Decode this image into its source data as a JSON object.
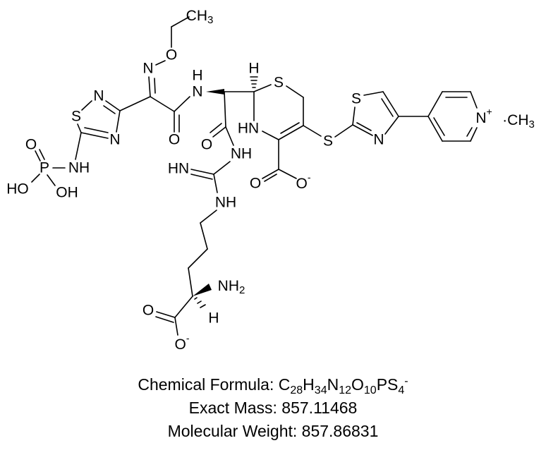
{
  "atoms": {
    "ch": "CH",
    "three": "3",
    "two": "2",
    "o": "O",
    "n": "N",
    "h": "H",
    "s": "S",
    "p": "P",
    "nh": "NH",
    "hn": "HN",
    "ho": "HO",
    "oh": "OH",
    "minus": "-",
    "plus": "+",
    "dot_ch": "·CH"
  },
  "caption": {
    "formula_label": "Chemical Formula: ",
    "formula_parts": [
      "C",
      "28",
      "H",
      "34",
      "N",
      "12",
      "O",
      "10",
      "PS",
      "4",
      "-"
    ],
    "exact_mass": "Exact Mass: 857.11468",
    "molecular_weight": "Molecular Weight: 857.86831"
  }
}
